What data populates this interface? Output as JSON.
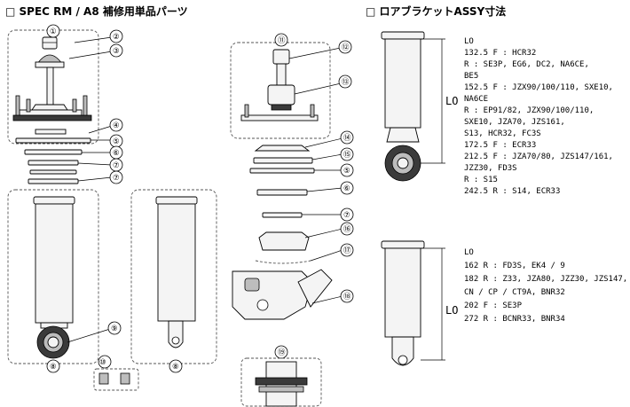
{
  "headers": {
    "left": "□ SPEC RM / A8 補修用単品パーツ",
    "right": "□ ロアブラケットASSY寸法"
  },
  "callouts": [
    "①",
    "②",
    "③",
    "④",
    "⑤",
    "⑥",
    "⑦",
    "⑦",
    "⑨",
    "⑧",
    "⑩",
    "⑧",
    "⑪",
    "⑫",
    "⑬",
    "⑭",
    "⑮",
    "⑤",
    "⑥",
    "⑦",
    "⑯",
    "⑰",
    "⑱",
    "⑲"
  ],
  "dimension_label": "LO",
  "spec_top": {
    "lo_label": "LO",
    "lines": [
      "132.5  F : HCR32",
      "        R : SE3P, EG6, DC2, NA6CE,",
      "            BE5",
      "152.5  F : JZX90/100/110, SXE10,",
      "            NA6CE",
      "        R : EP91/82, JZX90/100/110,",
      "   SXE10, JZA70, JZS161,",
      "            S13, HCR32, FC3S",
      "172.5  F : ECR33",
      "212.5  F : JZA70/80, JZS147/161,",
      "   JZZ30, FD3S",
      "        R : S15",
      "242.5  R : S14, ECR33"
    ]
  },
  "spec_bottom": {
    "lo_label": "LO",
    "lines": [
      "162   R : FD3S, EK4 / 9",
      "182   R : Z33, JZA80, JZZ30, JZS147,",
      "          CN / CP / CT9A, BNR32",
      "202   F : SE3P",
      "272   R : BCNR33, BNR34"
    ]
  }
}
